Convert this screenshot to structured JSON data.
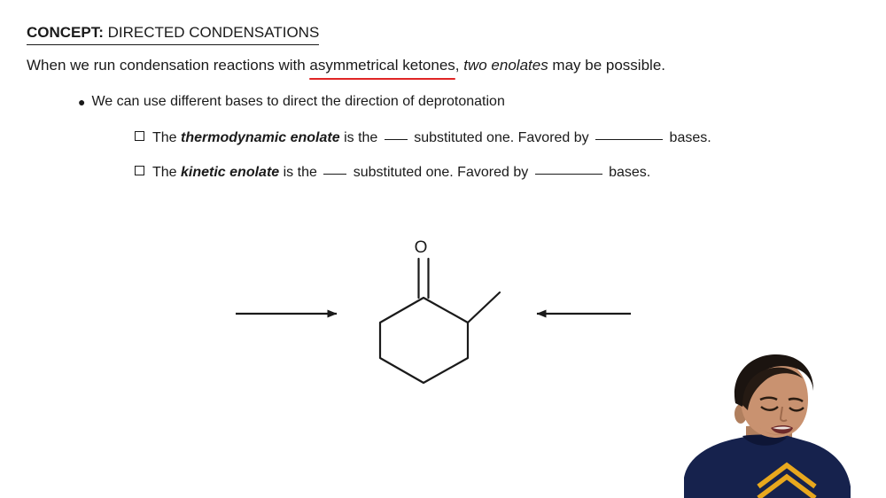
{
  "slide": {
    "background_color": "#ffffff",
    "heading": {
      "lead": "CONCEPT:",
      "rest": " DIRECTED CONDENSATIONS"
    },
    "intro": {
      "part1": "When we run condensation reactions with ",
      "highlighted": "asymmetrical ketones",
      "part2": ", ",
      "italic": "two enolates",
      "part3": " may be possible.",
      "highlight_underline_color": "#e02525"
    },
    "bullet": {
      "marker": "●",
      "text": "We can use different bases to direct the direction of deprotonation"
    },
    "sub_items": [
      {
        "marker": "□",
        "pre": "The ",
        "emphasis": "thermodynamic enolate",
        "mid": " is the ",
        "blank1": "___",
        "mid2": " substituted one. Favored by ",
        "blank2": "__________",
        "post": " bases."
      },
      {
        "marker": "□",
        "pre": "The ",
        "emphasis": "kinetic enolate",
        "mid": " is the ",
        "blank1": "___",
        "mid2": " substituted one. Favored by ",
        "blank2": "__________",
        "post": " bases."
      }
    ],
    "structure": {
      "name": "2-methylcyclohexanone",
      "oxygen_label": "O",
      "bond_color": "#1a1a1a",
      "left_arrow_label": "",
      "right_arrow_label": ""
    },
    "webcam": {
      "sweater_color": "#16224d",
      "logo_color": "#e8a81e",
      "skin_color": "#c99270",
      "hair_color": "#1b1410",
      "alt": "instructor"
    }
  }
}
